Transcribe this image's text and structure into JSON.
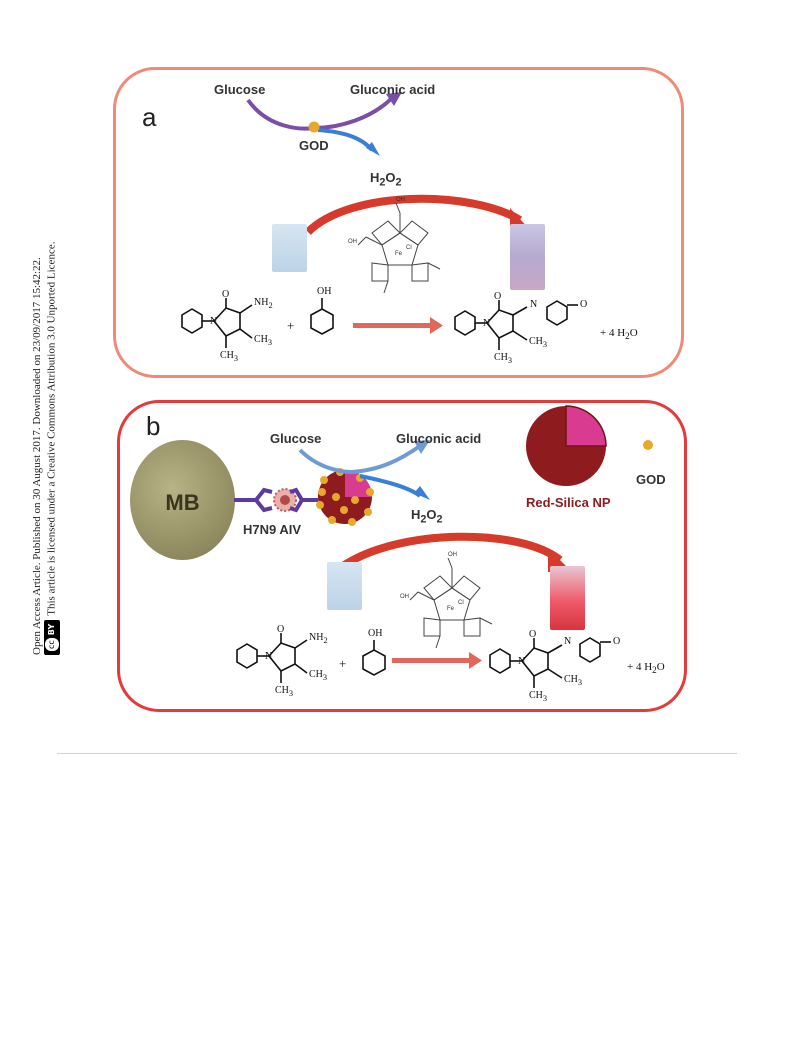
{
  "side_note": {
    "line1": "Open Access Article. Published on 30 August 2017. Downloaded on 23/09/2017 15:42:22.",
    "line2": "This article is licensed under a Creative Commons Attribution 3.0 Unported Licence.",
    "badge_cc": "cc",
    "badge_by": "BY"
  },
  "panel_a": {
    "letter": "a",
    "glucose": "Glucose",
    "gluconic_acid": "Gluconic acid",
    "god": "GOD",
    "h2o2": "H",
    "h2o2_sub1": "2",
    "h2o2_o": "O",
    "h2o2_sub2": "2",
    "nh2": "NH",
    "nh2_sub": "2",
    "oh": "OH",
    "ch3_1": "CH",
    "ch3_2": "CH",
    "ch3_3": "CH",
    "ch3_4": "CH",
    "sub3": "3",
    "water": "+ 4 H",
    "water_sub": "2",
    "water_o": "O",
    "plus": "+",
    "n_label": "N",
    "o_label": "O",
    "fe": "Fe",
    "cl": "Cl",
    "oh_small": "OH",
    "hemin_o": "O"
  },
  "panel_b": {
    "letter": "b",
    "mb": "MB",
    "h7n9": "H7N9 AIV",
    "glucose": "Glucose",
    "gluconic_acid": "Gluconic acid",
    "god": "GOD",
    "red_silica": "Red-Silica NP",
    "h2o2": "H",
    "h2o2_sub1": "2",
    "h2o2_o": "O",
    "h2o2_sub2": "2",
    "nh2": "NH",
    "nh2_sub": "2",
    "oh": "OH",
    "ch3_1": "CH",
    "ch3_2": "CH",
    "ch3_3": "CH",
    "ch3_4": "CH",
    "sub3": "3",
    "water": "+ 4 H",
    "water_sub": "2",
    "water_o": "O",
    "plus": "+",
    "n_label": "N",
    "o_label": "O",
    "fe": "Fe",
    "cl": "Cl",
    "oh_small": "OH",
    "hemin_o": "O"
  },
  "colors": {
    "panel_a_border": "#ef8a7a",
    "panel_b_border": "#e43a3a",
    "god_dot": "#e8a82c",
    "arrow_red": "#d63a2a",
    "arrow_blue": "#3a7fd6",
    "arrow_purple": "#7a4fa6",
    "silica_dark": "#8e1b1e",
    "silica_magenta": "#d83b8f"
  }
}
